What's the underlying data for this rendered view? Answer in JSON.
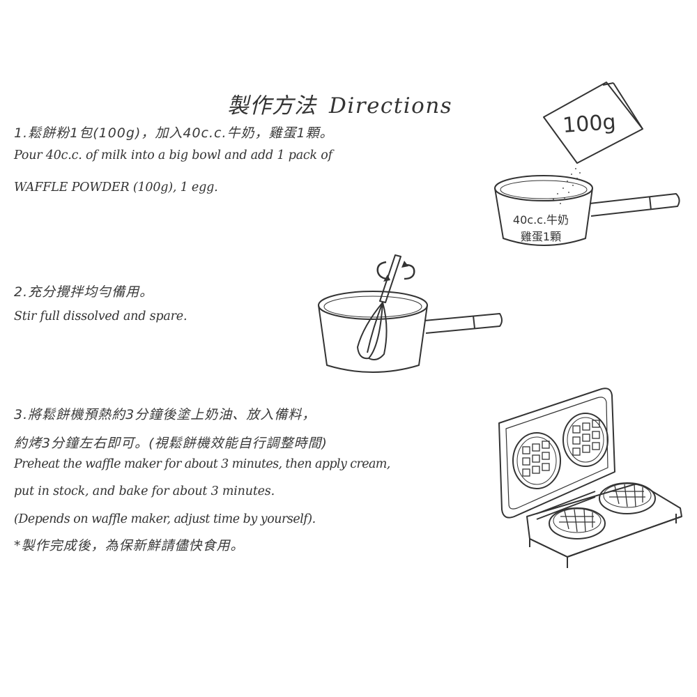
{
  "heading": {
    "zh": "製作方法",
    "en": "Directions"
  },
  "steps": [
    {
      "zh_lines": [
        "1.鬆餅粉1包(100g)，加入40c.c.牛奶，雞蛋1顆。"
      ],
      "en_lines": [
        "Pour 40c.c. of milk into a big bowl and add 1 pack of",
        "WAFFLE POWDER (100g), 1 egg."
      ]
    },
    {
      "zh_lines": [
        "2.充分攪拌均勻備用。"
      ],
      "en_lines": [
        "Stir full dissolved and spare."
      ]
    },
    {
      "zh_lines": [
        "3.將鬆餅機預熱約3分鐘後塗上奶油、放入備料，",
        "約烤3分鐘左右即可。(視鬆餅機效能自行調整時間)"
      ],
      "en_lines": [
        "Preheat the waffle maker for about 3 minutes, then apply cream,",
        "put in stock, and bake for about 3 minutes.",
        "(Depends on waffle maker, adjust time by yourself)."
      ],
      "note": "*製作完成後，為保新鮮請儘快食用。"
    }
  ],
  "illustrations": {
    "packet_label": "100g",
    "pot_label_1": "40c.c.牛奶",
    "pot_label_2": "雞蛋1顆",
    "icons": [
      "powder-packet-icon",
      "milk-pot-icon",
      "whisk-pot-icon",
      "stir-arrows-icon",
      "waffle-maker-icon"
    ]
  },
  "colors": {
    "text": "#333333",
    "line": "#333333",
    "background": "#ffffff"
  }
}
